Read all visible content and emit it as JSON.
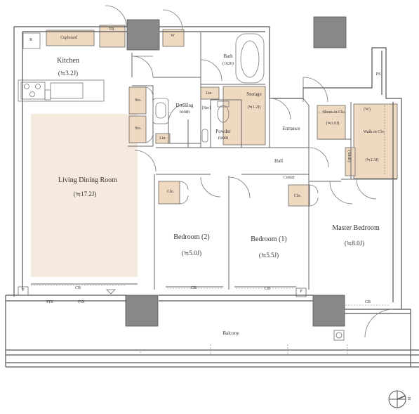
{
  "rooms": {
    "kitchen": {
      "name": "Kitchen",
      "area": "(≒3.2J)"
    },
    "ldr": {
      "name": "Living Dining Room",
      "area": "(≒17.2J)"
    },
    "bath": {
      "name": "Bath",
      "size": "(1620)"
    },
    "dressing": {
      "line1": "Dressing",
      "line2": "room"
    },
    "powder": {
      "line1": "Powder",
      "line2": "room"
    },
    "storage": {
      "name": "Storage",
      "area": "(≒1.2J)"
    },
    "entrance": {
      "name": "Entrance"
    },
    "hall": {
      "name": "Hall"
    },
    "shoes": {
      "name": "Shoes-in Clo.",
      "area": "(≒1.0J)"
    },
    "walkin": {
      "tag": "(W)",
      "name": "Walk-in Clo.",
      "area": "(≒2.3J)"
    },
    "bedroom2": {
      "name": "Bedroom (2)",
      "area": "(≒5.0J)"
    },
    "bedroom1": {
      "name": "Bedroom (1)",
      "area": "(≒5.5J)"
    },
    "master": {
      "name": "Master Bedroom",
      "area": "(≒8.0J)"
    },
    "balcony": {
      "name": "Balcony"
    }
  },
  "fixtures": {
    "cupboard": "Cupboard",
    "tr": "TR",
    "w": "W",
    "r": "R",
    "ps": "PS",
    "sto": "Sto.",
    "lin": "Lin.",
    "sto_small": "[Sto]",
    "clo": "Clo.",
    "shelf": "(Shelf)",
    "center": "Center",
    "cb": "CB",
    "fix": "FIX",
    "p": "P"
  },
  "compass": {
    "letter": "N"
  },
  "colors": {
    "accent": "#efd9c1",
    "floor": "#f6e9dd",
    "column": "#888888"
  }
}
